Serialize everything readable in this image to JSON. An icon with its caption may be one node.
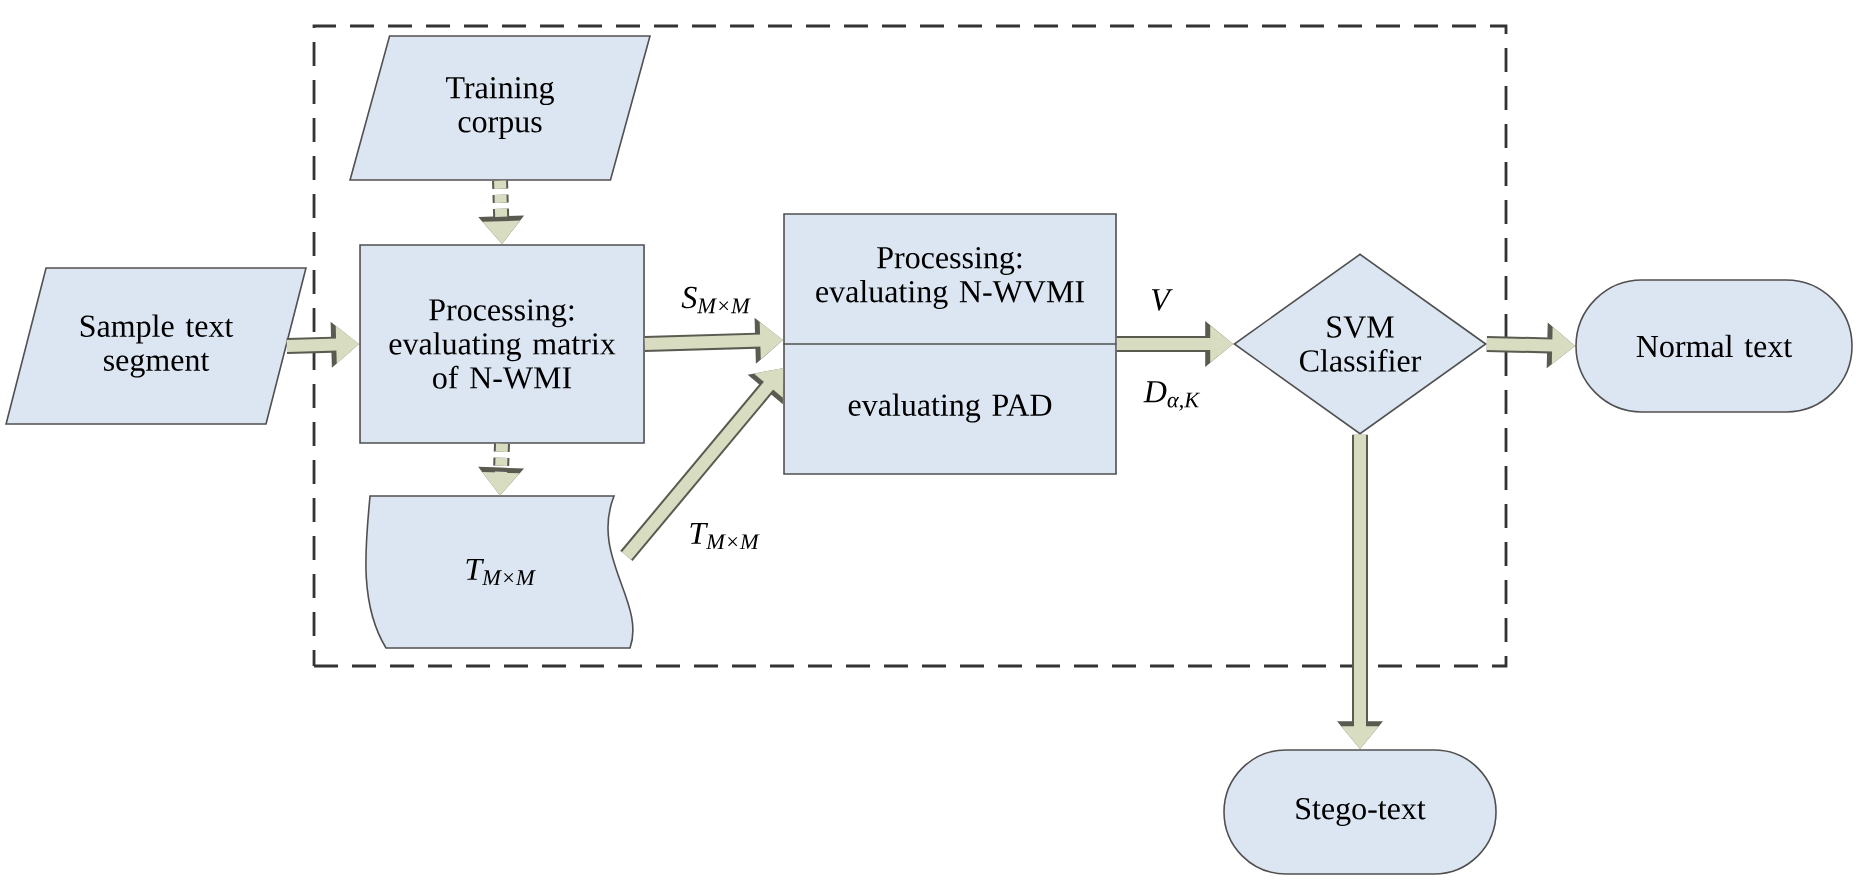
{
  "diagram": {
    "nodes": [
      {
        "text": [],
        "shape": "box"
      },
      {
        "text": [
          "Sample text segment"
        ]
      },
      {
        "text": [
          "Training corpus"
        ],
        "in": 0
      },
      {
        "text": [
          "Processing: evaluating matrix of N-WMI"
        ],
        "in": 0
      },
      {
        "text": [
          "T$_{M×M}$"
        ],
        "in": 0
      },
      {
        "text": [
          "Processing: evaluating N-WVMI",
          "evaluating PAD"
        ],
        "in": 0
      },
      {
        "text": [
          "SVM Classifier"
        ],
        "in": 0
      },
      {
        "text": [
          "Normal text"
        ]
      },
      {
        "text": [
          "Stego-text"
        ]
      }
    ],
    "edges": [
      {
        "from": 1,
        "to": 3,
        "arrow": "to"
      },
      {
        "from": 2,
        "to": 3,
        "arrow": "to",
        "style": "dashed"
      },
      {
        "from": 3,
        "to": 4,
        "arrow": "to",
        "style": "dashed"
      },
      {
        "from": 3,
        "to": 5,
        "arrow": "to",
        "label": "S$_{M×M}$"
      },
      {
        "from": 4,
        "to": 5,
        "arrow": "to",
        "label": "T$_{M×M}$"
      },
      {
        "from": 5,
        "to": 6,
        "arrow": "to",
        "label": "V"
      },
      {
        "from": 6,
        "to": 7,
        "arrow": "to"
      },
      {
        "from": 6,
        "to": 8,
        "arrow": "to"
      }
    ],
    "labels": [
      "D$_{α,K}$"
    ]
  }
}
